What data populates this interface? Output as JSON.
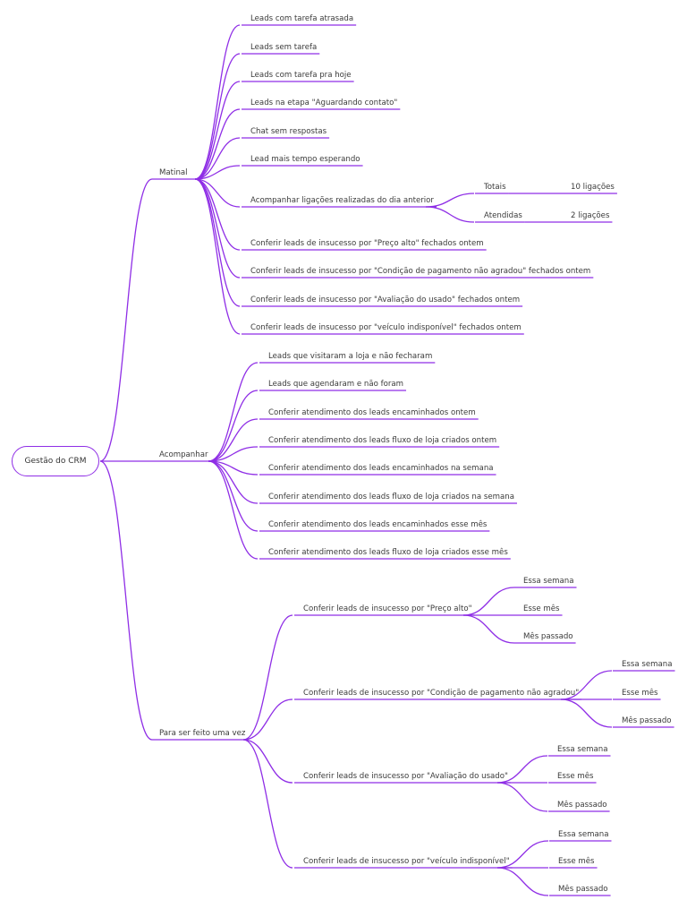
{
  "root": "Gestão do CRM",
  "branches": [
    {
      "label": "Matinal",
      "items": [
        {
          "label": "Leads com tarefa atrasada"
        },
        {
          "label": "Leads sem tarefa"
        },
        {
          "label": "Leads com tarefa pra hoje"
        },
        {
          "label": "Leads na etapa \"Aguardando contato\""
        },
        {
          "label": "Chat sem respostas"
        },
        {
          "label": "Lead mais tempo esperando"
        },
        {
          "label": "Acompanhar ligações realizadas do dia anterior",
          "children": [
            {
              "label": "Totais",
              "children": [
                {
                  "label": "10 ligações"
                }
              ]
            },
            {
              "label": "Atendidas",
              "children": [
                {
                  "label": "2 ligações"
                }
              ]
            }
          ]
        },
        {
          "label": "Conferir leads de insucesso por \"Preço alto\" fechados ontem"
        },
        {
          "label": "Conferir leads de insucesso por \"Condição de pagamento não agradou\" fechados ontem"
        },
        {
          "label": "Conferir leads de insucesso por \"Avaliação do usado\" fechados ontem"
        },
        {
          "label": "Conferir leads de insucesso por \"veículo indisponível\" fechados ontem"
        }
      ]
    },
    {
      "label": "Acompanhar",
      "items": [
        {
          "label": "Leads que visitaram a loja e não fecharam"
        },
        {
          "label": "Leads que agendaram e não foram"
        },
        {
          "label": "Conferir atendimento dos leads encaminhados ontem"
        },
        {
          "label": "Conferir atendimento dos leads fluxo de loja criados ontem"
        },
        {
          "label": "Conferir atendimento dos leads encaminhados na semana"
        },
        {
          "label": "Conferir atendimento dos leads fluxo de loja criados na semana"
        },
        {
          "label": "Conferir atendimento dos leads encaminhados esse mês"
        },
        {
          "label": "Conferir atendimento dos leads fluxo de loja criados esse mês"
        }
      ]
    },
    {
      "label": "Para ser feito uma vez",
      "items": [
        {
          "label": "Conferir leads de insucesso por \"Preço alto\"",
          "children": [
            {
              "label": "Essa semana"
            },
            {
              "label": "Esse mês"
            },
            {
              "label": "Mês passado"
            }
          ]
        },
        {
          "label": "Conferir leads de insucesso por \"Condição de pagamento não agradou\"",
          "children": [
            {
              "label": "Essa semana"
            },
            {
              "label": "Esse mês"
            },
            {
              "label": "Mês passado"
            }
          ]
        },
        {
          "label": "Conferir leads de insucesso por \"Avaliação do usado\"",
          "children": [
            {
              "label": "Essa semana"
            },
            {
              "label": "Esse mês"
            },
            {
              "label": "Mês passado"
            }
          ]
        },
        {
          "label": "Conferir leads de insucesso por \"veículo indisponível\"",
          "children": [
            {
              "label": "Essa semana"
            },
            {
              "label": "Esse mês"
            },
            {
              "label": "Mês passado"
            }
          ]
        }
      ]
    }
  ],
  "colors": {
    "edge": "#8f2ee6",
    "text": "#3a3a3a"
  }
}
